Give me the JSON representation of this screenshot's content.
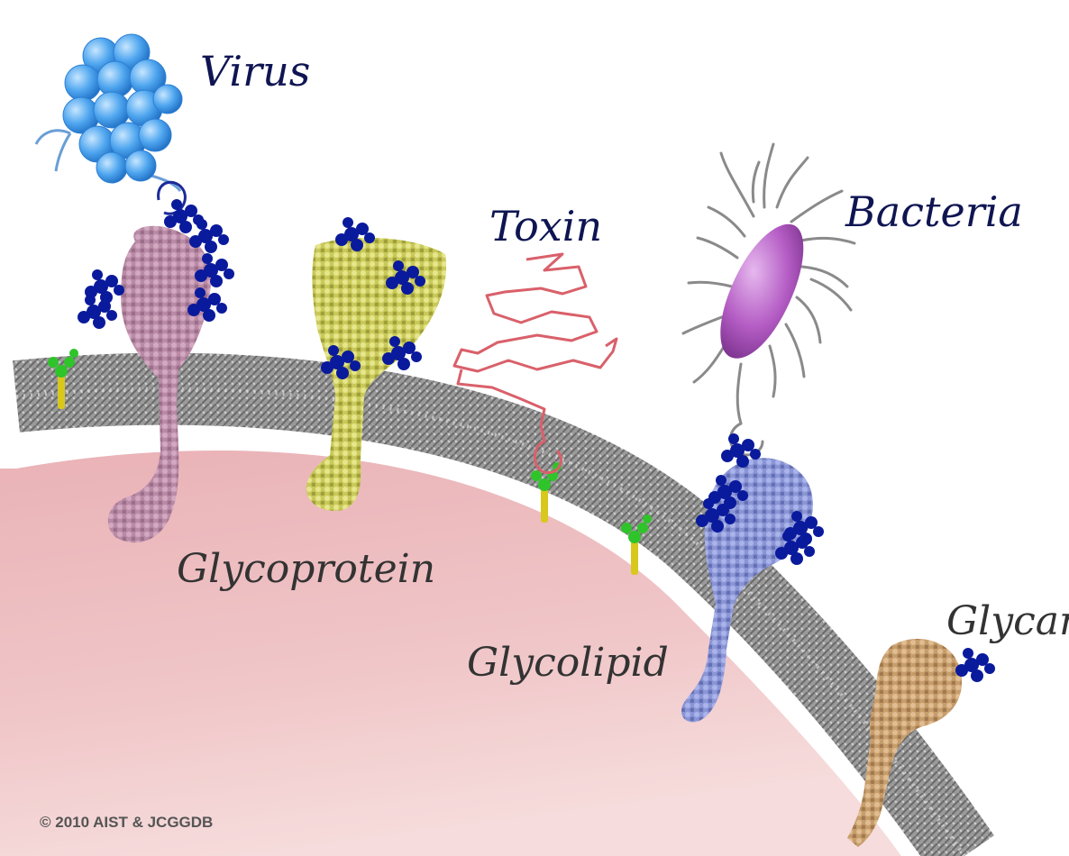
{
  "labels": {
    "virus": "Virus",
    "toxin": "Toxin",
    "bacteria": "Bacteria",
    "glycoprotein": "Glycoprotein",
    "glycolipid": "Glycolipid",
    "glycan": "Glycan"
  },
  "copyright": "© 2010 AIST & JCGGDB",
  "colors": {
    "cytoplasm": "#eab5b8",
    "membrane": "#8d8d8d",
    "virus": "#4aa3ee",
    "glycan": "#0a1a9c",
    "glycolipid_head": "#2fc42a",
    "glycolipid_tail": "#d8c81c",
    "protein_pink": "#b98aa6",
    "protein_yellow": "#cfcf66",
    "protein_blue": "#8a95d6",
    "protein_tan": "#c79d6c",
    "toxin": "#d9606a",
    "bacteria_body": "#b45cc4",
    "label_dark": "#0f1552",
    "label_gray": "#333333"
  }
}
